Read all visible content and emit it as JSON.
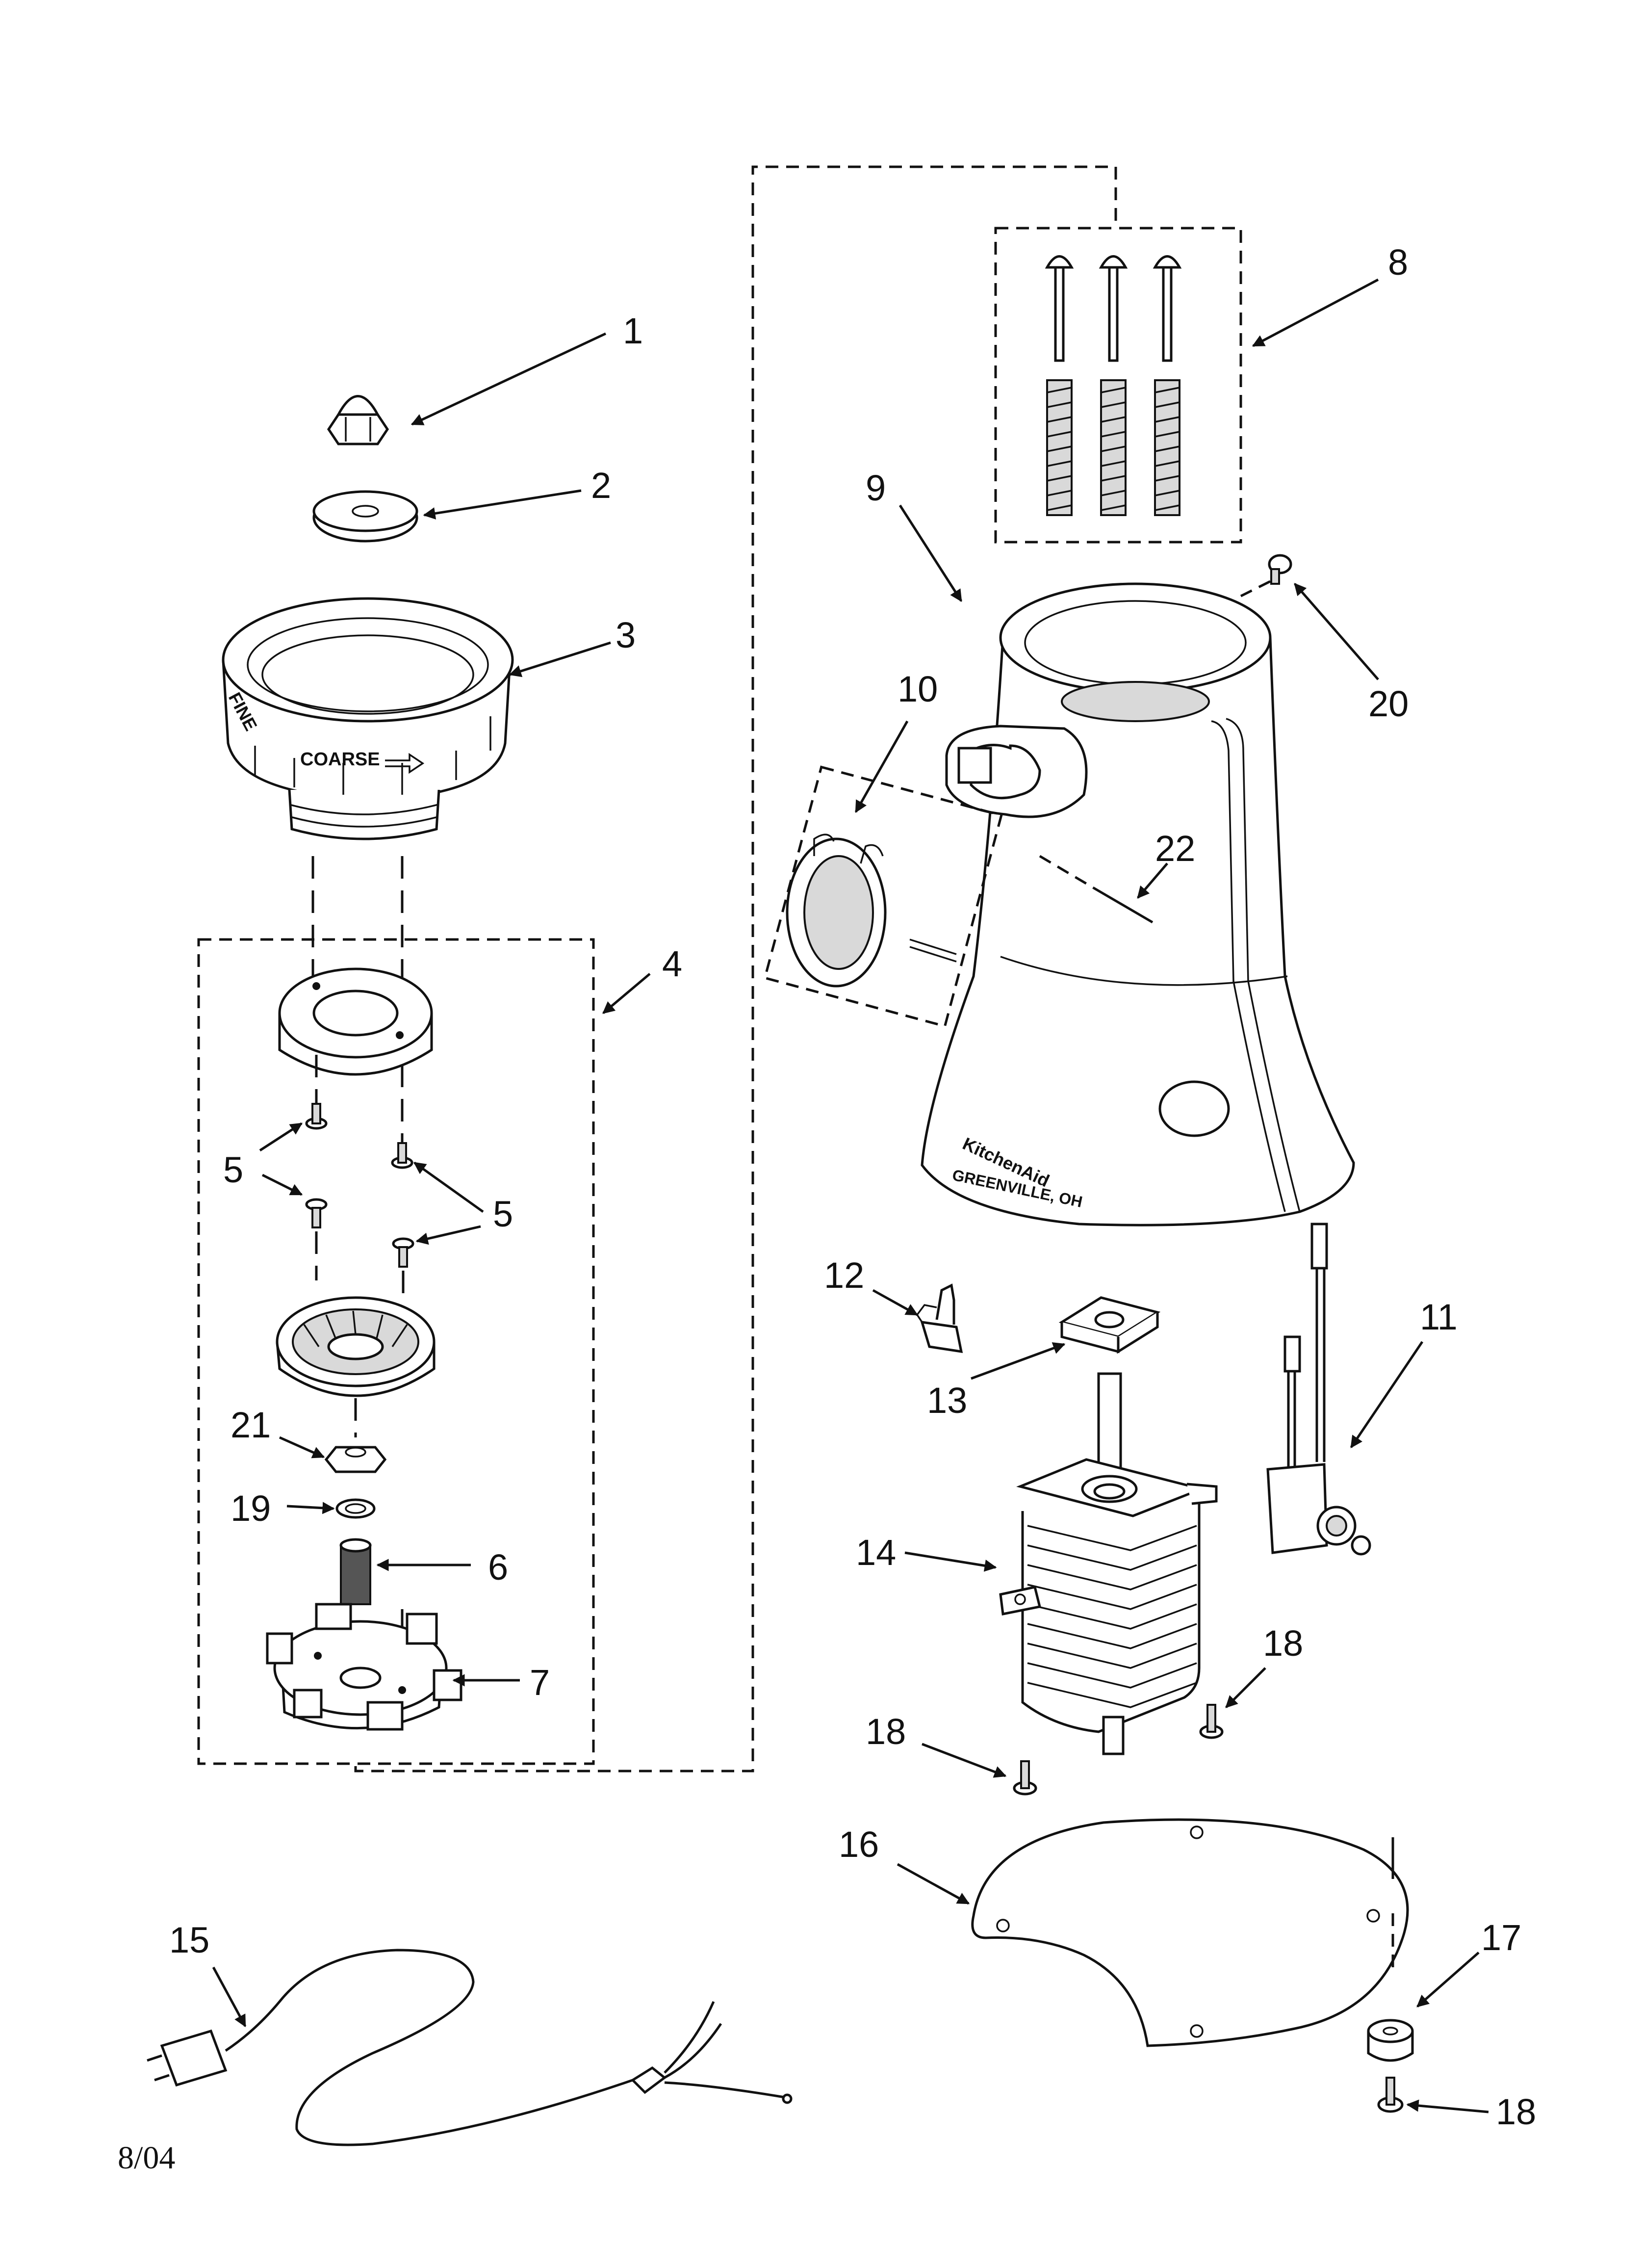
{
  "diagram": {
    "date_code": "8/04",
    "callouts": [
      {
        "id": "c1",
        "text": "1"
      },
      {
        "id": "c2",
        "text": "2"
      },
      {
        "id": "c3",
        "text": "3"
      },
      {
        "id": "c4",
        "text": "4"
      },
      {
        "id": "c5a",
        "text": "5"
      },
      {
        "id": "c5b",
        "text": "5"
      },
      {
        "id": "c6",
        "text": "6"
      },
      {
        "id": "c7",
        "text": "7"
      },
      {
        "id": "c8",
        "text": "8"
      },
      {
        "id": "c9",
        "text": "9"
      },
      {
        "id": "c10",
        "text": "10"
      },
      {
        "id": "c11",
        "text": "11"
      },
      {
        "id": "c12",
        "text": "12"
      },
      {
        "id": "c13",
        "text": "13"
      },
      {
        "id": "c14",
        "text": "14"
      },
      {
        "id": "c15",
        "text": "15"
      },
      {
        "id": "c16",
        "text": "16"
      },
      {
        "id": "c17",
        "text": "17"
      },
      {
        "id": "c18a",
        "text": "18"
      },
      {
        "id": "c18b",
        "text": "18"
      },
      {
        "id": "c18c",
        "text": "18"
      },
      {
        "id": "c19",
        "text": "19"
      },
      {
        "id": "c20",
        "text": "20"
      },
      {
        "id": "c21",
        "text": "21"
      },
      {
        "id": "c22",
        "text": "22"
      }
    ],
    "part_markings": {
      "collar_coarse": "COARSE",
      "collar_fine": "FINE",
      "housing_brand": "KitchenAid",
      "housing_city": "GREENVILLE, OH"
    }
  }
}
